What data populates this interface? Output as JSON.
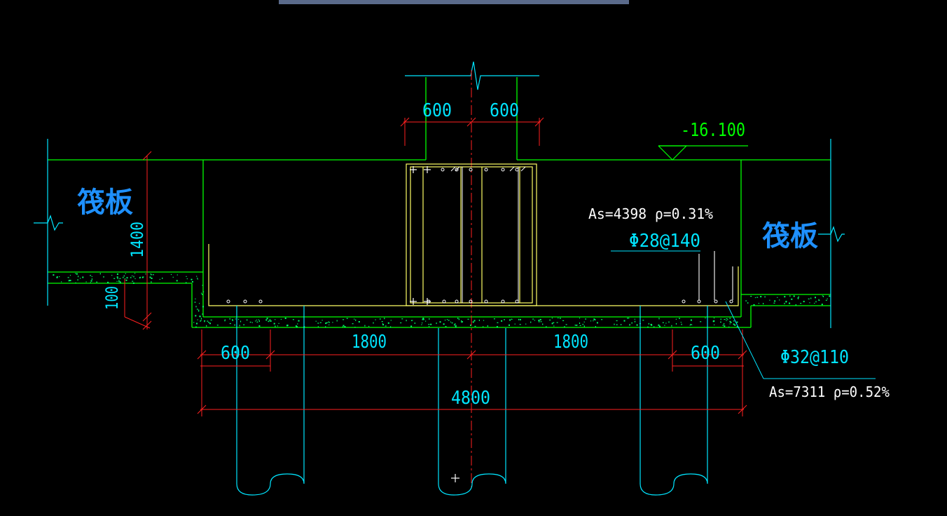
{
  "colors": {
    "background": "#000000",
    "outline": "#00ff00",
    "rebar": "#ffff00",
    "dimension": "#ff2020",
    "dim_text": "#00e5ff",
    "pile": "#00e5ff",
    "label": "#1e90ff",
    "annotation": "#ffffff",
    "level": "#00ff00",
    "topbar": "#5a6a8a"
  },
  "labels": {
    "raft_left": "筏板",
    "raft_right": "筏板"
  },
  "level": {
    "elevation": "-16.100"
  },
  "dimensions": {
    "column_left": "600",
    "column_right": "600",
    "vertical_height": "1400",
    "vertical_cushion": "100",
    "bottom_left_edge": "600",
    "bottom_left_span": "1800",
    "bottom_right_span": "1800",
    "bottom_right_edge": "600",
    "bottom_total": "4800"
  },
  "rebar_notes": {
    "top_area": "As=4398   ρ=0.31%",
    "top_bar": "Φ28@140",
    "bottom_bar": "Φ32@110",
    "bottom_area": "As=7311   ρ=0.52%"
  },
  "icons": {
    "cursor": "crosshair-icon"
  }
}
